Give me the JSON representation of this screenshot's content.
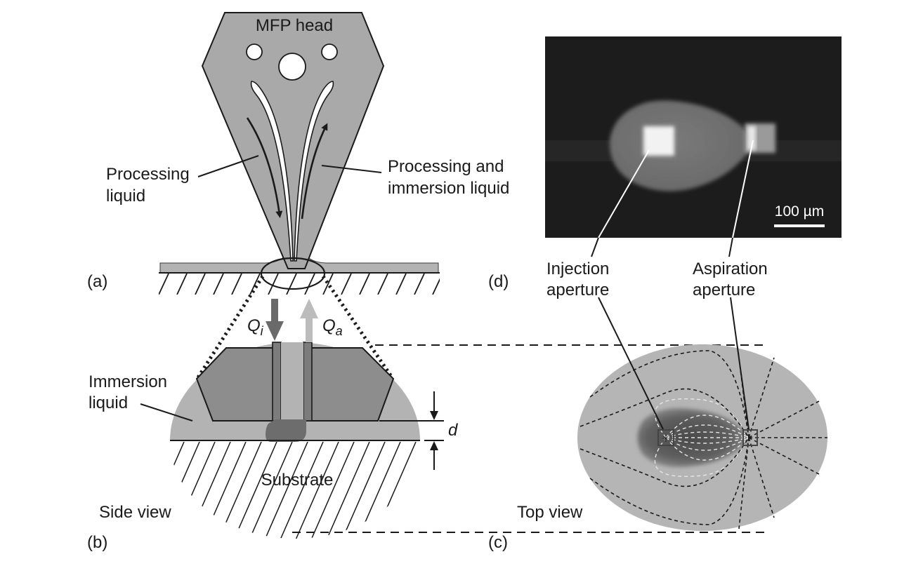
{
  "panels": {
    "a": "(a)",
    "b": "(b)",
    "c": "(c)",
    "d": "(d)"
  },
  "labels": {
    "mfp_head": "MFP head",
    "processing_liquid_line1": "Processing",
    "processing_liquid_line2": "liquid",
    "processing_immersion_line1": "Processing and",
    "processing_immersion_line2": "immersion liquid",
    "immersion_line1": "Immersion",
    "immersion_line2": "liquid",
    "substrate": "Substrate",
    "side_view": "Side view",
    "top_view": "Top view",
    "injection_line1": "Injection",
    "injection_line2": "aperture",
    "aspiration_line1": "Aspiration",
    "aspiration_line2": "aperture",
    "scale_bar": "100 µm",
    "distance_symbol": "d"
  },
  "flows": {
    "injection": {
      "symbol": "Q",
      "subscript": "i"
    },
    "aspiration": {
      "symbol": "Q",
      "subscript": "a"
    }
  },
  "colors": {
    "head_gray": "#a9a9a9",
    "immersion_gray": "#b3b3b3",
    "processing_gray": "#7d7d7d",
    "dark_gray": "#5c5c5c",
    "outline": "#1a1a1a",
    "micrograph_bg": "#1c1c1c"
  }
}
